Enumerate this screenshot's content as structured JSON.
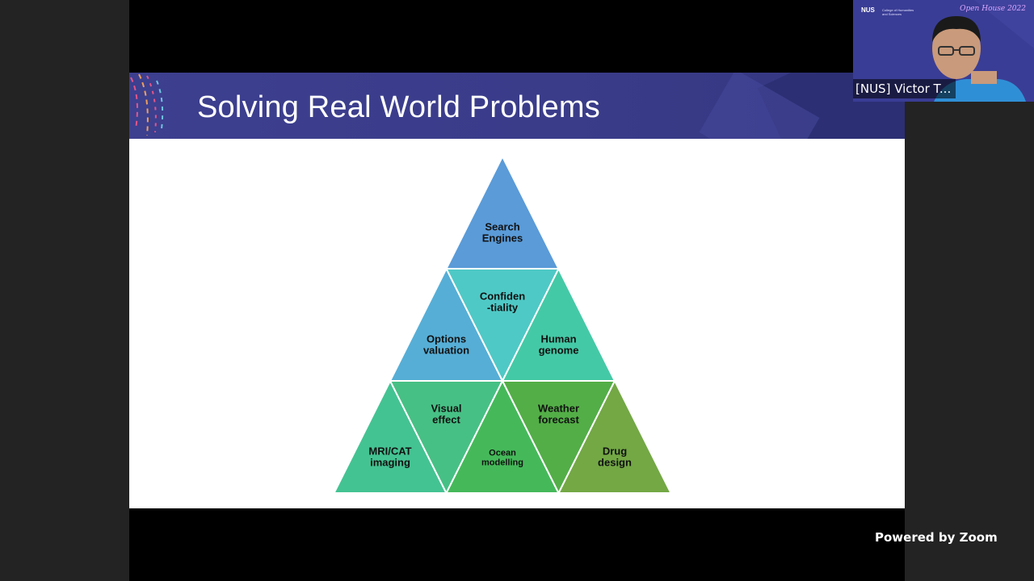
{
  "slide": {
    "title": "Solving Real World Problems",
    "pyramid": {
      "cells": [
        {
          "lines": [
            "Search",
            "Engines"
          ],
          "color": "#5a9bd8"
        },
        {
          "lines": [
            "Options",
            "valuation"
          ],
          "color": "#56aed6"
        },
        {
          "lines": [
            "Confiden",
            "-tiality"
          ],
          "color": "#4fc9c6"
        },
        {
          "lines": [
            "Human",
            "genome"
          ],
          "color": "#44c9a6"
        },
        {
          "lines": [
            "MRI/CAT",
            "imaging"
          ],
          "color": "#44c392"
        },
        {
          "lines": [
            "Visual",
            "effect"
          ],
          "color": "#47c085"
        },
        {
          "lines": [
            "Ocean",
            "modelling"
          ],
          "color": "#45b95a"
        },
        {
          "lines": [
            "Weather",
            "forecast"
          ],
          "color": "#53ae47"
        },
        {
          "lines": [
            "Drug",
            "design"
          ],
          "color": "#73a845"
        }
      ]
    }
  },
  "video": {
    "participant_name": "[NUS] Victor T...",
    "logo_text": "NUS",
    "logo_subtext": "College of Humanities and Sciences",
    "event_text": "Open House 2022"
  },
  "footer": {
    "powered_by": "Powered by Zoom"
  },
  "colors": {
    "header_bg": "#3d3f8f",
    "background": "#232323",
    "stage": "#000000"
  }
}
